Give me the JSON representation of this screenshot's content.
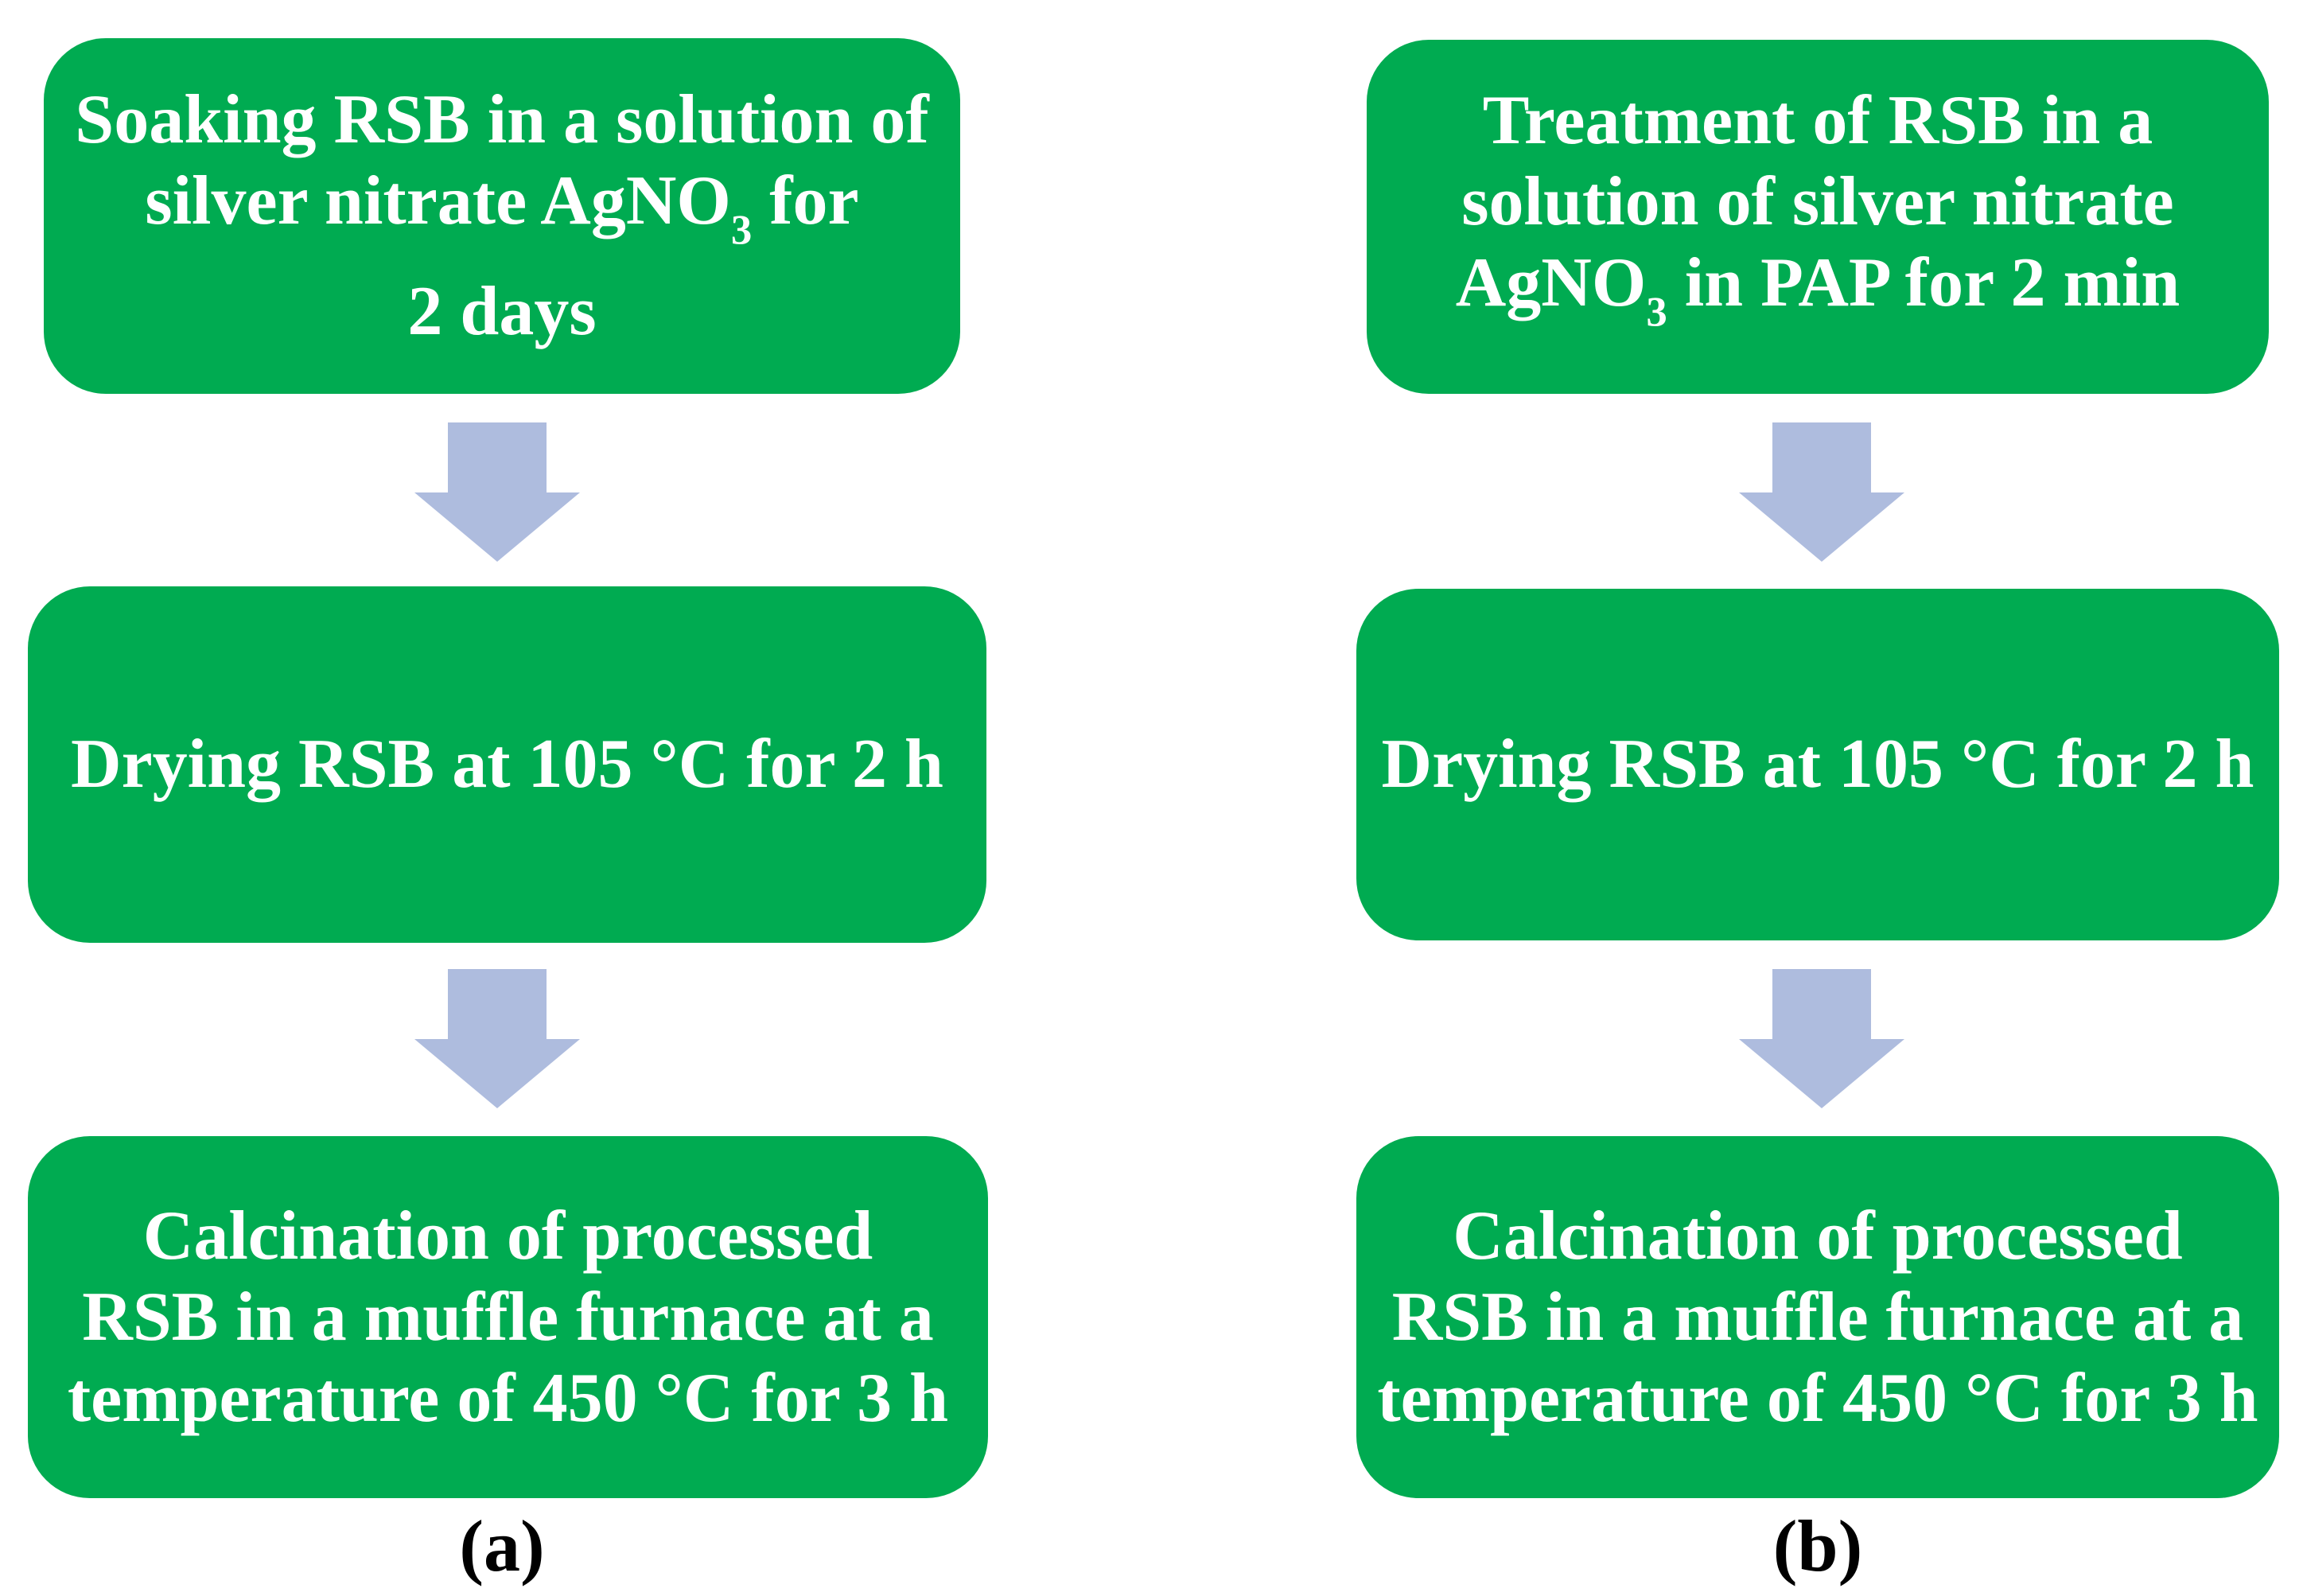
{
  "colors": {
    "box_green": "#00AB51",
    "box_text": "#FFFFFF",
    "arrow_blue": "#AEBCDE",
    "label_text": "#000000",
    "background": "#FFFFFF"
  },
  "flowcharts": [
    {
      "id": "a",
      "label": "(a)",
      "steps": [
        {
          "name": "soaking",
          "lines": [
            [
              "Soaking RSB in a solution of"
            ],
            [
              "silver nitrate AgNO",
              {
                "sub": "3"
              },
              " for"
            ],
            [
              "2 days"
            ]
          ]
        },
        {
          "name": "drying",
          "lines": [
            [
              "Drying RSB at 105 °C for 2 h"
            ]
          ]
        },
        {
          "name": "calcination",
          "lines": [
            [
              "Calcination of processed"
            ],
            [
              "RSB in a muffle furnace at a"
            ],
            [
              "temperature of 450 °C for 3 h"
            ]
          ]
        }
      ]
    },
    {
      "id": "b",
      "label": "(b)",
      "steps": [
        {
          "name": "treatment",
          "lines": [
            [
              "Treatment of RSB in a"
            ],
            [
              "solution of silver nitrate"
            ],
            [
              "AgNO",
              {
                "sub": "3"
              },
              " in PAP for 2 min"
            ]
          ]
        },
        {
          "name": "drying",
          "lines": [
            [
              "Drying RSB at 105 °C for 2 h"
            ]
          ]
        },
        {
          "name": "calcination",
          "lines": [
            [
              "Calcination of processed"
            ],
            [
              "RSB in a muffle furnace at a"
            ],
            [
              "temperature of 450 °C for 3 h"
            ]
          ]
        }
      ]
    }
  ]
}
